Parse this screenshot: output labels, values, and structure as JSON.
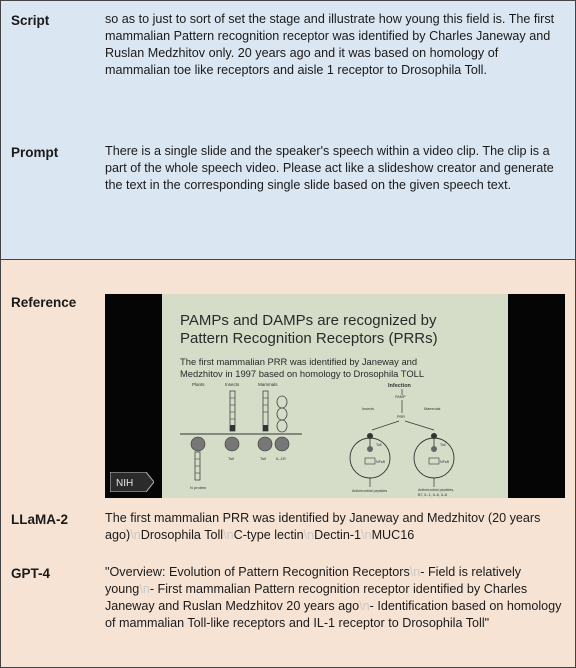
{
  "script": {
    "label": "Script",
    "text": "so as to just to sort of set the stage and illustrate how young this field is. The first mammalian Pattern recognition receptor was identified by Charles Janeway and Ruslan Medzhitov only. 20 years ago and it was based on homology of mammalian toe like receptors and aisle 1 receptor to Drosophila Toll."
  },
  "prompt": {
    "label": "Prompt",
    "text": "There is a single slide and the speaker's speech within a video clip. The clip is a part of the whole speech video. Please act like a slideshow creator and generate the text in the corresponding single slide based on the given speech text."
  },
  "reference": {
    "label": "Reference",
    "slide": {
      "title_line1": "PAMPs and DAMPs are recognized by",
      "title_line2": "Pattern Recognition Receptors (PRRs)",
      "subtitle_line1": "The first mammalian PRR was identified by Janeway and",
      "subtitle_line2": "Medzhitov in 1997 based on homology to Drosophila TOLL",
      "logo_text": "NIH",
      "diagram": {
        "col_plants": "Plants",
        "col_insects": "Insects",
        "col_mammals": "Mammals",
        "toll_left": "Toll",
        "toll_mid": "Toll",
        "il1r": "IL-1R",
        "n_protein": "N protein",
        "infection": "Infection",
        "pamp": "PAMP",
        "insects_branch": "Insects",
        "mammals_branch": "Mammals",
        "prr": "PRR",
        "toll_cell_left": "Toll",
        "toll_cell_right": "Toll",
        "nfkb_left": "NFκB",
        "nfkb_right": "NFκB",
        "out_left": "Antimicrobial peptides",
        "out_right_1": "Antimicrobial peptides,",
        "out_right_2": "B7, IL-1, IL-6, IL-8"
      }
    }
  },
  "llama": {
    "label": "LLaMA-2",
    "sep": "\\n",
    "parts": [
      "The first mammalian PRR was identified by Janeway and Medzhitov (20 years ago)",
      "Drosophila Toll",
      "C-type lectin",
      "Dectin-1",
      "MUC16"
    ]
  },
  "gpt4": {
    "label": "GPT-4",
    "sep": "\\n",
    "parts": [
      "\"Overview: Evolution of Pattern Recognition Receptors",
      "- Field is relatively young",
      "- First mammalian Pattern recognition receptor identified by Charles Janeway and Ruslan Medzhitov 20 years ago",
      "- Identification based on homology of mammalian Toll-like receptors and IL-1 receptor to Drosophila Toll\""
    ]
  }
}
